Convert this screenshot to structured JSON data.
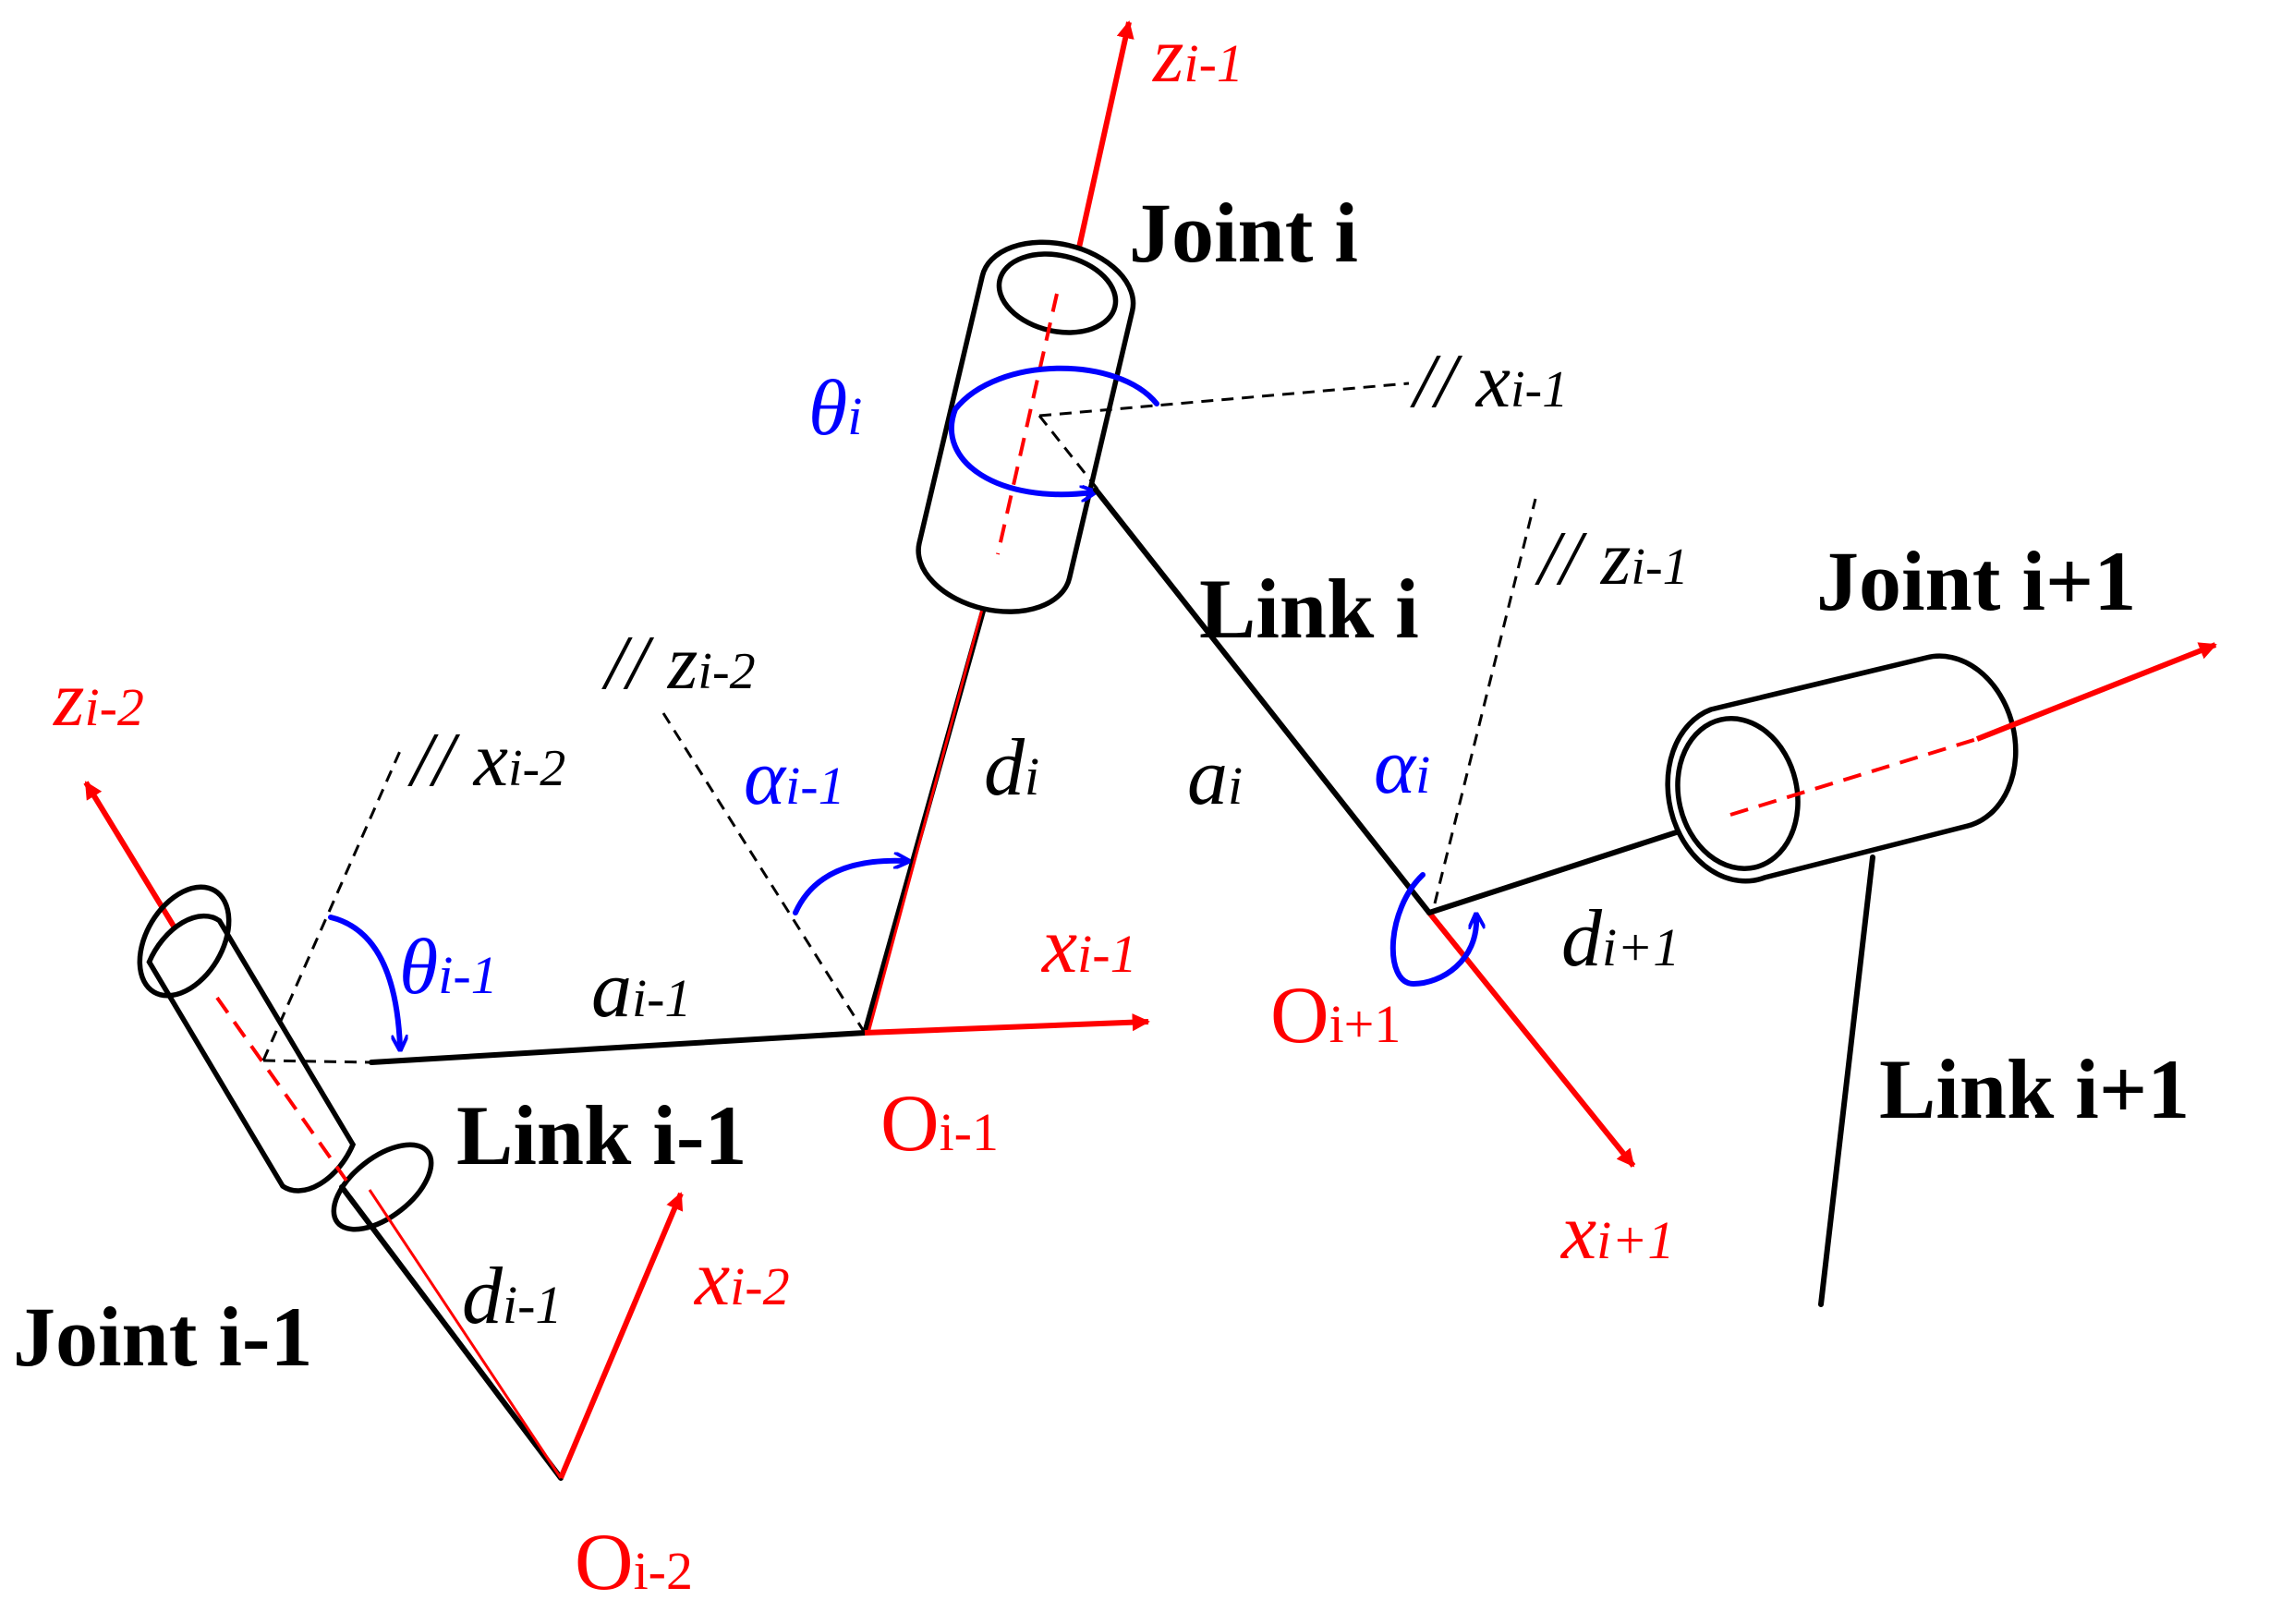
{
  "colors": {
    "axis": "#ff0000",
    "angle": "#0000ff",
    "link": "#000000"
  },
  "joints": [
    {
      "id": "joint-i-minus-1",
      "label": "Joint i-1"
    },
    {
      "id": "joint-i",
      "label": "Joint i"
    },
    {
      "id": "joint-i-plus-1",
      "label": "Joint i+1"
    }
  ],
  "links": [
    {
      "id": "link-i-minus-1",
      "label": "Link i-1"
    },
    {
      "id": "link-i",
      "label": "Link i"
    },
    {
      "id": "link-i-plus-1",
      "label": "Link i+1"
    }
  ],
  "origins": [
    {
      "id": "O-i-minus-2",
      "base": "O",
      "sub": "i-2"
    },
    {
      "id": "O-i-minus-1",
      "base": "O",
      "sub": "i-1"
    },
    {
      "id": "O-i-plus-1",
      "base": "O",
      "sub": "i+1"
    }
  ],
  "frame_axes": [
    {
      "id": "z-i-minus-2",
      "base": "z",
      "sub": "i-2"
    },
    {
      "id": "x-i-minus-2",
      "base": "x",
      "sub": "i-2"
    },
    {
      "id": "z-i-minus-1",
      "base": "z",
      "sub": "i-1"
    },
    {
      "id": "x-i-minus-1",
      "base": "x",
      "sub": "i-1"
    },
    {
      "id": "x-i-plus-1",
      "base": "x",
      "sub": "i+1"
    }
  ],
  "parallel_axes": [
    {
      "id": "parallel-x-i-minus-2",
      "prefix": "// ",
      "base": "x",
      "sub": "i-2"
    },
    {
      "id": "parallel-z-i-minus-2",
      "prefix": "// ",
      "base": "z",
      "sub": "i-2"
    },
    {
      "id": "parallel-x-i-minus-1",
      "prefix": "// ",
      "base": "x",
      "sub": "i-1"
    },
    {
      "id": "parallel-z-i-minus-1",
      "prefix": "// ",
      "base": "z",
      "sub": "i-1"
    }
  ],
  "link_params": [
    {
      "id": "a-i-minus-1",
      "base": "a",
      "sub": "i-1"
    },
    {
      "id": "d-i-minus-1",
      "base": "d",
      "sub": "i-1"
    },
    {
      "id": "d-i",
      "base": "d",
      "sub": "i"
    },
    {
      "id": "a-i",
      "base": "a",
      "sub": "i"
    },
    {
      "id": "d-i-plus-1",
      "base": "d",
      "sub": "i+1"
    }
  ],
  "joint_angles": [
    {
      "id": "theta-i-minus-1",
      "base": "θ",
      "sub": "i-1"
    },
    {
      "id": "alpha-i-minus-1",
      "base": "α",
      "sub": "i-1"
    },
    {
      "id": "theta-i",
      "base": "θ",
      "sub": "i"
    },
    {
      "id": "alpha-i",
      "base": "α",
      "sub": "i"
    }
  ]
}
